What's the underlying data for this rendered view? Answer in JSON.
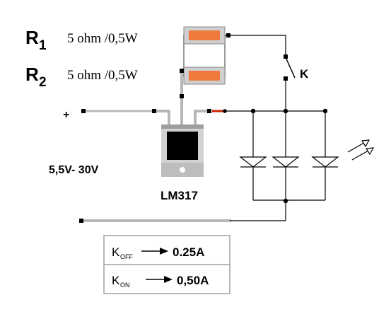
{
  "r1": {
    "letter": "R",
    "subscript": "1",
    "spec": "5 ohm /0,5W"
  },
  "r2": {
    "letter": "R",
    "subscript": "2",
    "spec": "5 ohm /0,5W"
  },
  "switch_label": "K",
  "plus_label": "+",
  "voltage_label": "5,5V- 30V",
  "regulator_label": "LM317",
  "table": {
    "rows": [
      {
        "k": "K",
        "sub": "OFF",
        "value": "0.25A"
      },
      {
        "k": "K",
        "sub": "ON",
        "value": "0,50A"
      }
    ]
  },
  "colors": {
    "resistor_fill": "#f07a3c",
    "resistor_body": "#cfcfcf",
    "wire_gray": "#b8b8b8",
    "wire_black": "#000000",
    "accent_red": "#cc2200"
  }
}
